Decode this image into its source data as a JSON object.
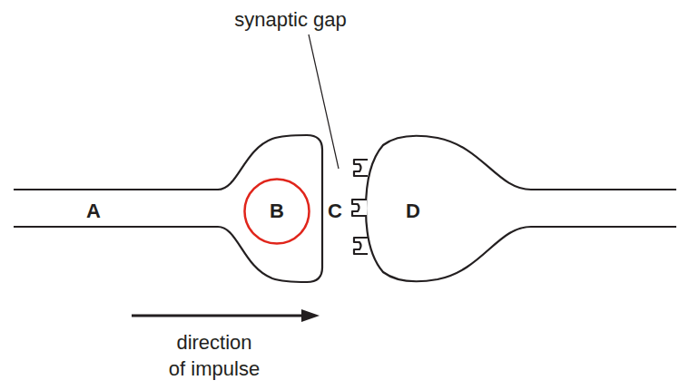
{
  "diagram": {
    "nodes": [
      {
        "text": [
          "B"
        ]
      }
    ],
    "labels": [
      "synaptic gap",
      "A",
      "C",
      "D",
      "direction of impulse"
    ]
  }
}
